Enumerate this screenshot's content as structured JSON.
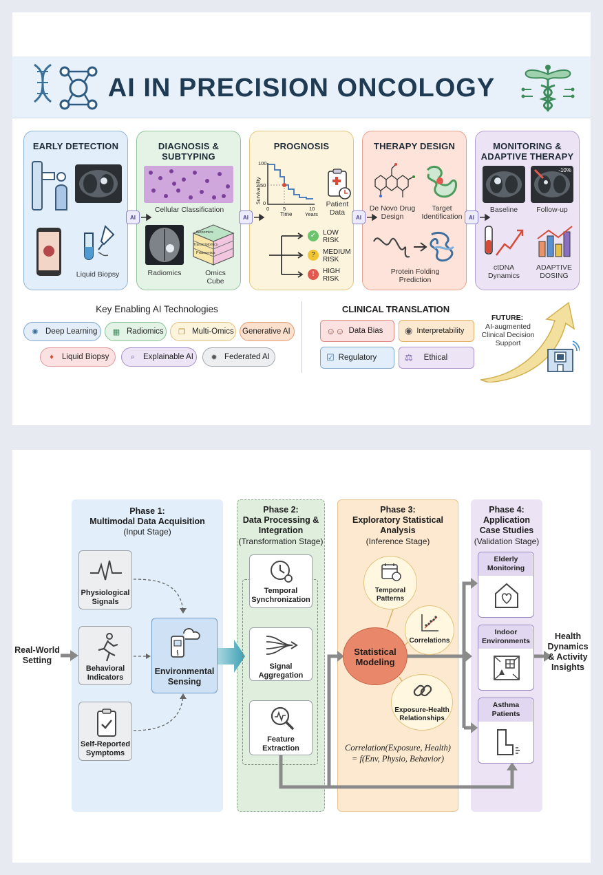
{
  "top": {
    "title": "AI IN PRECISION ONCOLOGY",
    "stages": [
      {
        "title": "EARLY DETECTION",
        "labels": [
          "Liquid Biopsy"
        ]
      },
      {
        "title": "DIAGNOSIS & SUBTYPING",
        "labels": [
          "Cellular Classification",
          "Radiomics",
          "Omics Cube"
        ],
        "cube_faces": [
          "Genomics",
          "Transcriptomics",
          "Proteomics"
        ]
      },
      {
        "title": "PROGNOSIS",
        "plot": {
          "ylabel": "Survivability",
          "xlabel": "Time",
          "unit": "Years",
          "yticks": [
            "100",
            "50",
            "0"
          ],
          "xticks": [
            "0",
            "5",
            "10"
          ]
        },
        "patient_label": "Patient Data",
        "risks": [
          "LOW RISK",
          "MEDIUM RISK",
          "HIGH RISK"
        ]
      },
      {
        "title": "THERAPY DESIGN",
        "labels": [
          "De Novo Drug Design",
          "Target Identification",
          "Protein Folding Prediction"
        ]
      },
      {
        "title": "MONITORING & ADAPTIVE THERAPY",
        "labels": [
          "Baseline",
          "Follow-up",
          "ctDNA Dynamics",
          "ADAPTIVE DOSING"
        ],
        "badge": "-10%"
      }
    ],
    "ai_chip": "AI",
    "tech_title": "Key Enabling AI Technologies",
    "tech": [
      "Deep Learning",
      "Radiomics",
      "Multi-Omics",
      "Generative AI",
      "Liquid Biopsy",
      "Explainable AI",
      "Federated AI"
    ],
    "clinical_title": "CLINICAL TRANSLATION",
    "clinical": [
      "Data Bias",
      "Interpretability",
      "Regulatory",
      "Ethical"
    ],
    "future_label": "FUTURE:",
    "future_text": "AI-augmented Clinical Decision Support"
  },
  "bottom": {
    "input_label": "Real-World Setting",
    "output_label": "Health Dynamics & Activity Insights",
    "phases": [
      {
        "title": "Phase 1:",
        "subtitle": "Multimodal Data Acquisition",
        "stage": "(Input Stage)"
      },
      {
        "title": "Phase 2:",
        "subtitle": "Data Processing & Integration",
        "stage": "(Transformation Stage)"
      },
      {
        "title": "Phase 3:",
        "subtitle": "Exploratory Statistical Analysis",
        "stage": "(Inference Stage)"
      },
      {
        "title": "Phase 4:",
        "subtitle": "Application Case Studies",
        "stage": "(Validation Stage)"
      }
    ],
    "sources": [
      "Physiological Signals",
      "Behavioral Indicators",
      "Self-Reported Symptoms"
    ],
    "env": "Environmental Sensing",
    "processing": [
      "Temporal Synchronization",
      "Signal Aggregation",
      "Feature Extraction"
    ],
    "modeling": "Statistical Modeling",
    "analysis": [
      "Temporal Patterns",
      "Correlations",
      "Exposure-Health Relationships"
    ],
    "formula_1": "Correlation(Exposure, Health)",
    "formula_2": "= f(Env, Physio, Behavior)",
    "cases": [
      "Elderly Monitoring",
      "Indoor Environments",
      "Asthma Patients"
    ]
  }
}
